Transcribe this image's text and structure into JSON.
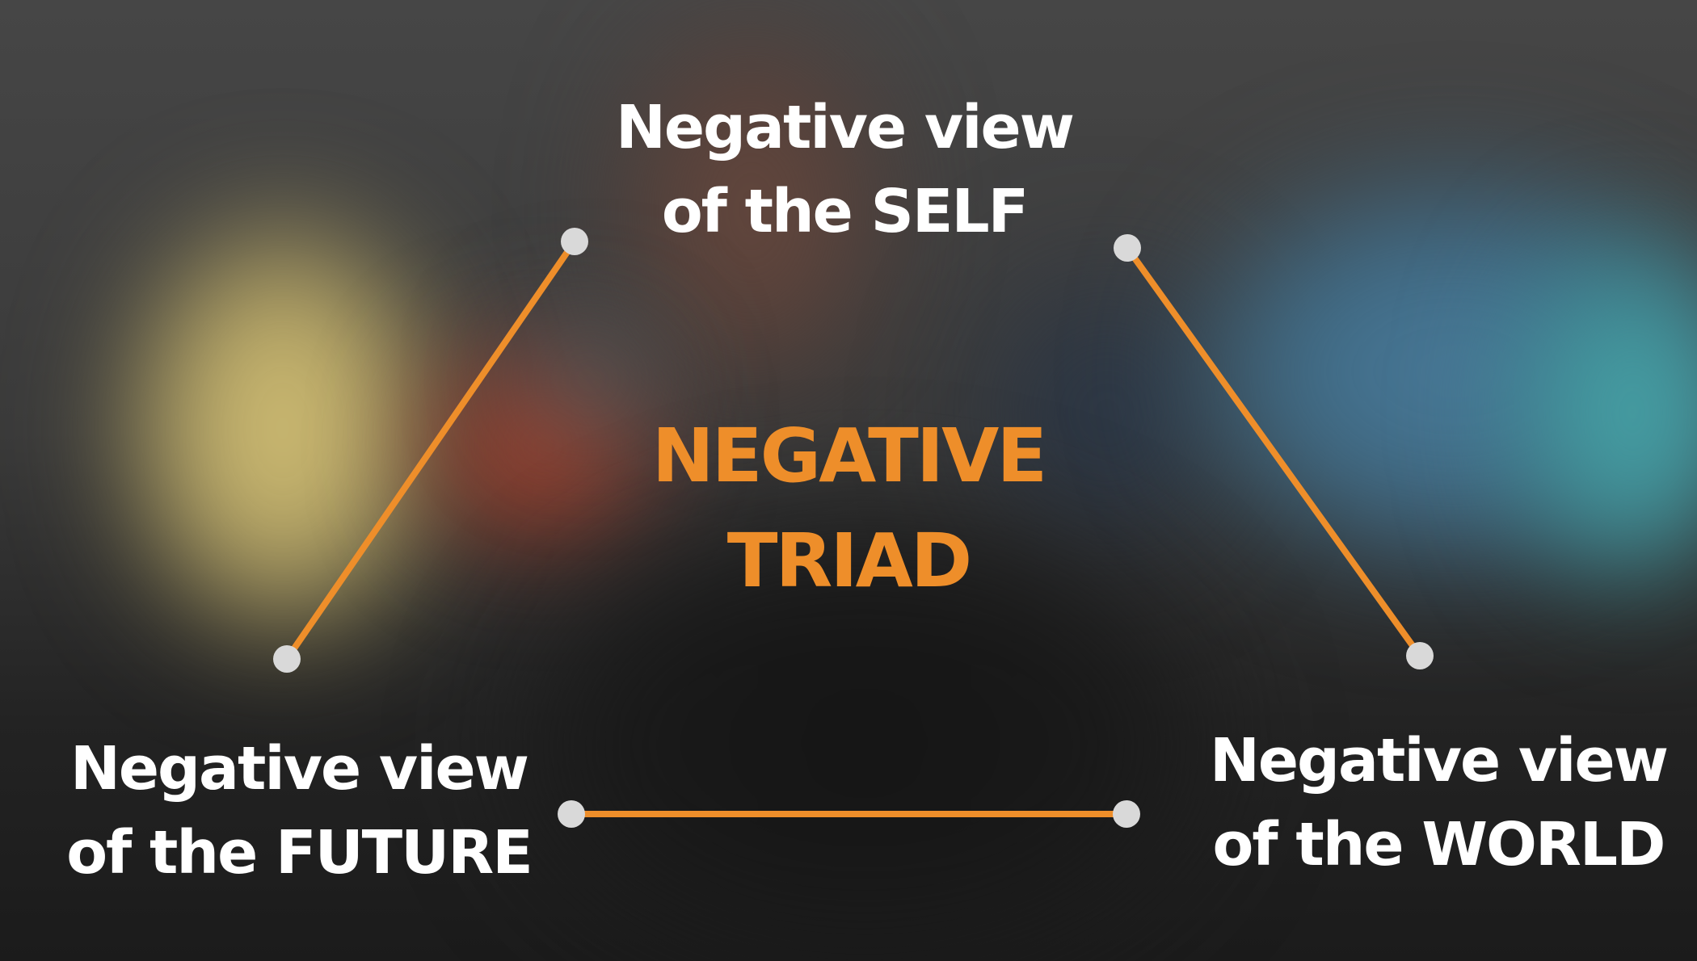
{
  "title": {
    "line1": "NEGATIVE",
    "line2": "TRIAD"
  },
  "nodes": {
    "self": {
      "line1": "Negative view",
      "line2": "of the SELF"
    },
    "future": {
      "line1": "Negative view",
      "line2": "of the FUTURE"
    },
    "world": {
      "line1": "Negative view",
      "line2": "of the WORLD"
    }
  },
  "colors": {
    "accent": "#ee8e2a",
    "text": "#ffffff",
    "node_dot": "#d9d9d9"
  }
}
